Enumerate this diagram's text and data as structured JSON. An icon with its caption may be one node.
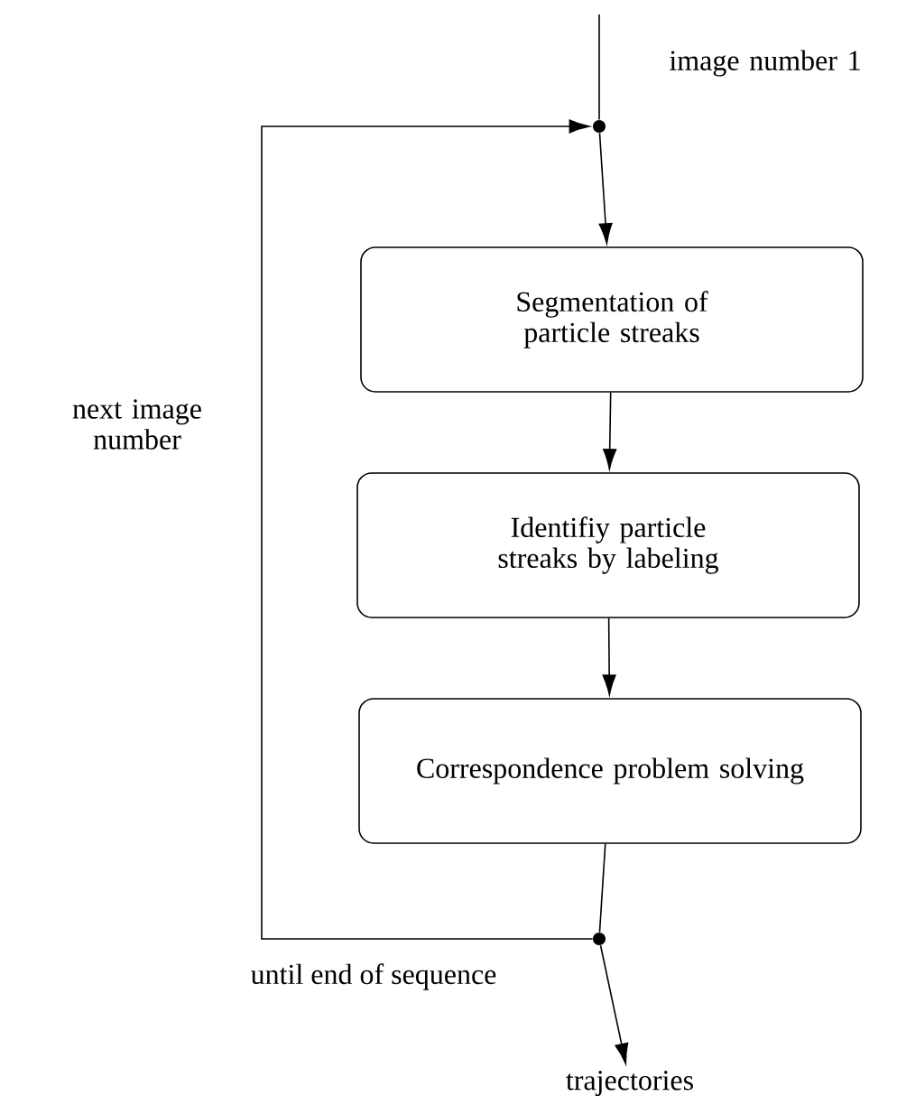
{
  "diagram": {
    "nodes": [
      {
        "text": [],
        "shape": "circle"
      },
      {
        "text": [
          "Segmentation of particle streaks"
        ]
      },
      {
        "text": [
          "Identifiy particle streaks by labeling"
        ]
      },
      {
        "text": [
          "Correspondence problem solving"
        ]
      },
      {
        "text": [],
        "shape": "circle"
      },
      {
        "text": [
          "trajectories"
        ]
      }
    ],
    "edges": [
      {
        "from": null,
        "to": 0,
        "arrow": "none",
        "label": "image number 1"
      },
      {
        "from": 0,
        "to": 1,
        "arrow": "to"
      },
      {
        "from": 1,
        "to": 2,
        "arrow": "to"
      },
      {
        "from": 2,
        "to": 3,
        "arrow": "to"
      },
      {
        "from": 3,
        "to": 4,
        "arrow": "none"
      },
      {
        "from": 4,
        "to": 0,
        "arrow": "to",
        "label": "next image number"
      },
      {
        "from": 4,
        "to": 5,
        "arrow": "to"
      }
    ],
    "labels": [
      "until end of sequence"
    ]
  }
}
